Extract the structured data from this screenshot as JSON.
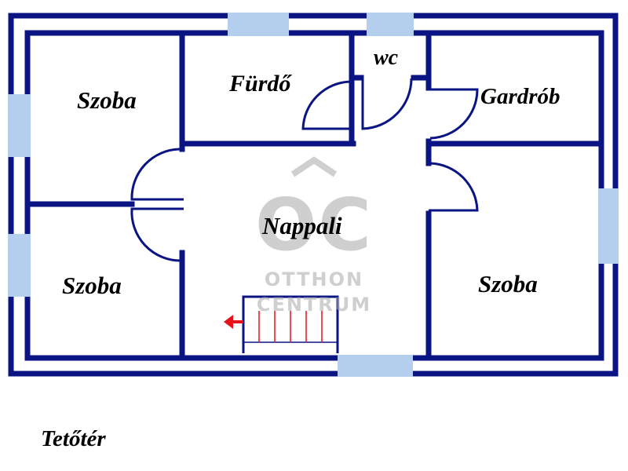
{
  "rooms": {
    "top_left": "Szoba",
    "bathroom": "Fürdő",
    "wc": "wc",
    "wardrobe": "Gardrób",
    "living": "Nappali",
    "bottom_left": "Szoba",
    "right": "Szoba"
  },
  "floor_label": "Tetőtér",
  "watermark": {
    "logo": "OC",
    "line1": "OTTHON",
    "line2": "CENTRUM"
  },
  "colors": {
    "wall": "#0a1583",
    "window": "#b4cfee",
    "stair": "#e8111b",
    "watermark": "#a8a8a8"
  }
}
